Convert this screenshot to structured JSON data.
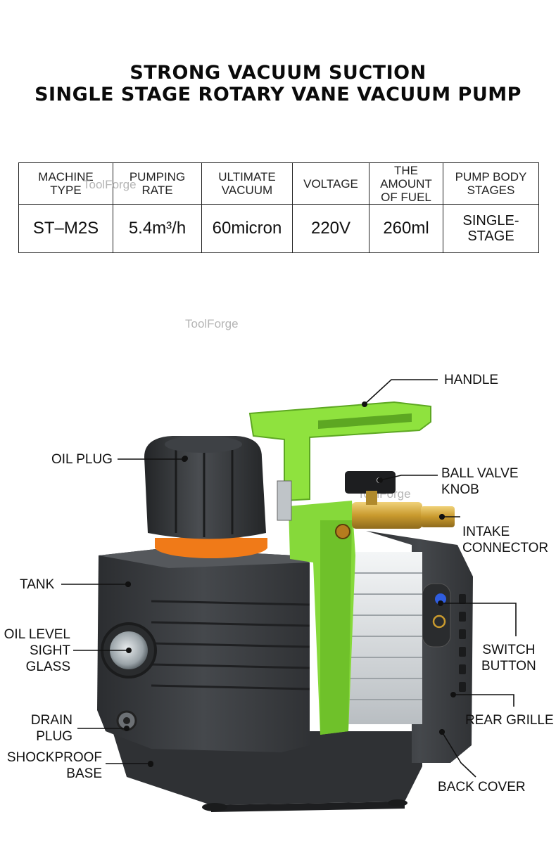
{
  "header": {
    "line1": "STRONG VACUUM SUCTION",
    "line2": "SINGLE STAGE ROTARY VANE VACUUM PUMP"
  },
  "spec_table": {
    "headers": [
      "MACHINE\nTYPE",
      "PUMPING\nRATE",
      "ULTIMATE\nVACUUM",
      "VOLTAGE",
      "THE\nAMOUNT\nOF FUEL",
      "PUMP BODY\nSTAGES"
    ],
    "values": [
      "ST–M2S",
      "5.4m³/h",
      "60micron",
      "220V",
      "260ml",
      "SINGLE-\nSTAGE"
    ]
  },
  "watermark": "ToolForge",
  "callouts": {
    "handle": "HANDLE",
    "oil_plug": "OIL PLUG",
    "ball_valve_knob": "BALL VALVE\nKNOB",
    "intake_connector": "INTAKE\nCONNECTOR",
    "tank": "TANK",
    "oil_level_sight_glass": "OIL LEVEL\nSIGHT\nGLASS",
    "switch_button": "SWITCH\nBUTTON",
    "rear_grille": "REAR GRILLE",
    "drain_plug": "DRAIN\nPLUG",
    "shockproof_base": "SHOCKPROOF\nBASE",
    "back_cover": "BACK COVER"
  },
  "colors": {
    "body_dark": "#3a3d40",
    "accent_green": "#86d93a",
    "oil_ring_orange": "#f07a18",
    "brass": "#c9a23e",
    "aluminum": "#d9dde0"
  }
}
